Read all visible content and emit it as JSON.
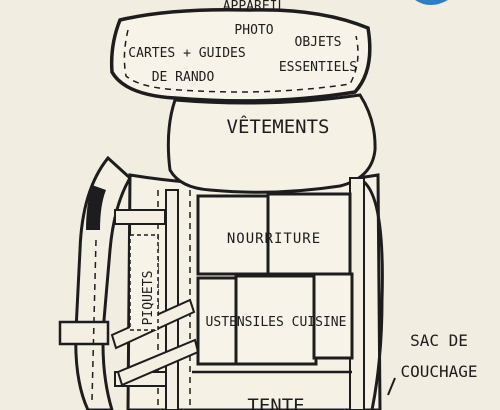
{
  "diagram": {
    "compartments": {
      "photo": {
        "line1": "APPAREIL",
        "line2": "PHOTO"
      },
      "maps": {
        "line1": "CARTES + GUIDES",
        "line2": "DE RANDO"
      },
      "essentials": {
        "line1": "OBJETS",
        "line2": "ESSENTIELS"
      },
      "clothes": {
        "text": "VÊTEMENTS"
      },
      "food": {
        "text": "NOURRITURE"
      },
      "kitchen": {
        "text": "USTENSILES CUISINE"
      },
      "stakes": {
        "text": "PIQUETS"
      },
      "tent": {
        "text": "TENTE"
      }
    },
    "outside": {
      "sleeping_bag": {
        "line1": "SAC DE",
        "line2": "COUCHAGE"
      }
    }
  },
  "colors": {
    "paper": "#f1ede0",
    "ink": "#1d1d1d",
    "accent": "#2a7fc9"
  }
}
